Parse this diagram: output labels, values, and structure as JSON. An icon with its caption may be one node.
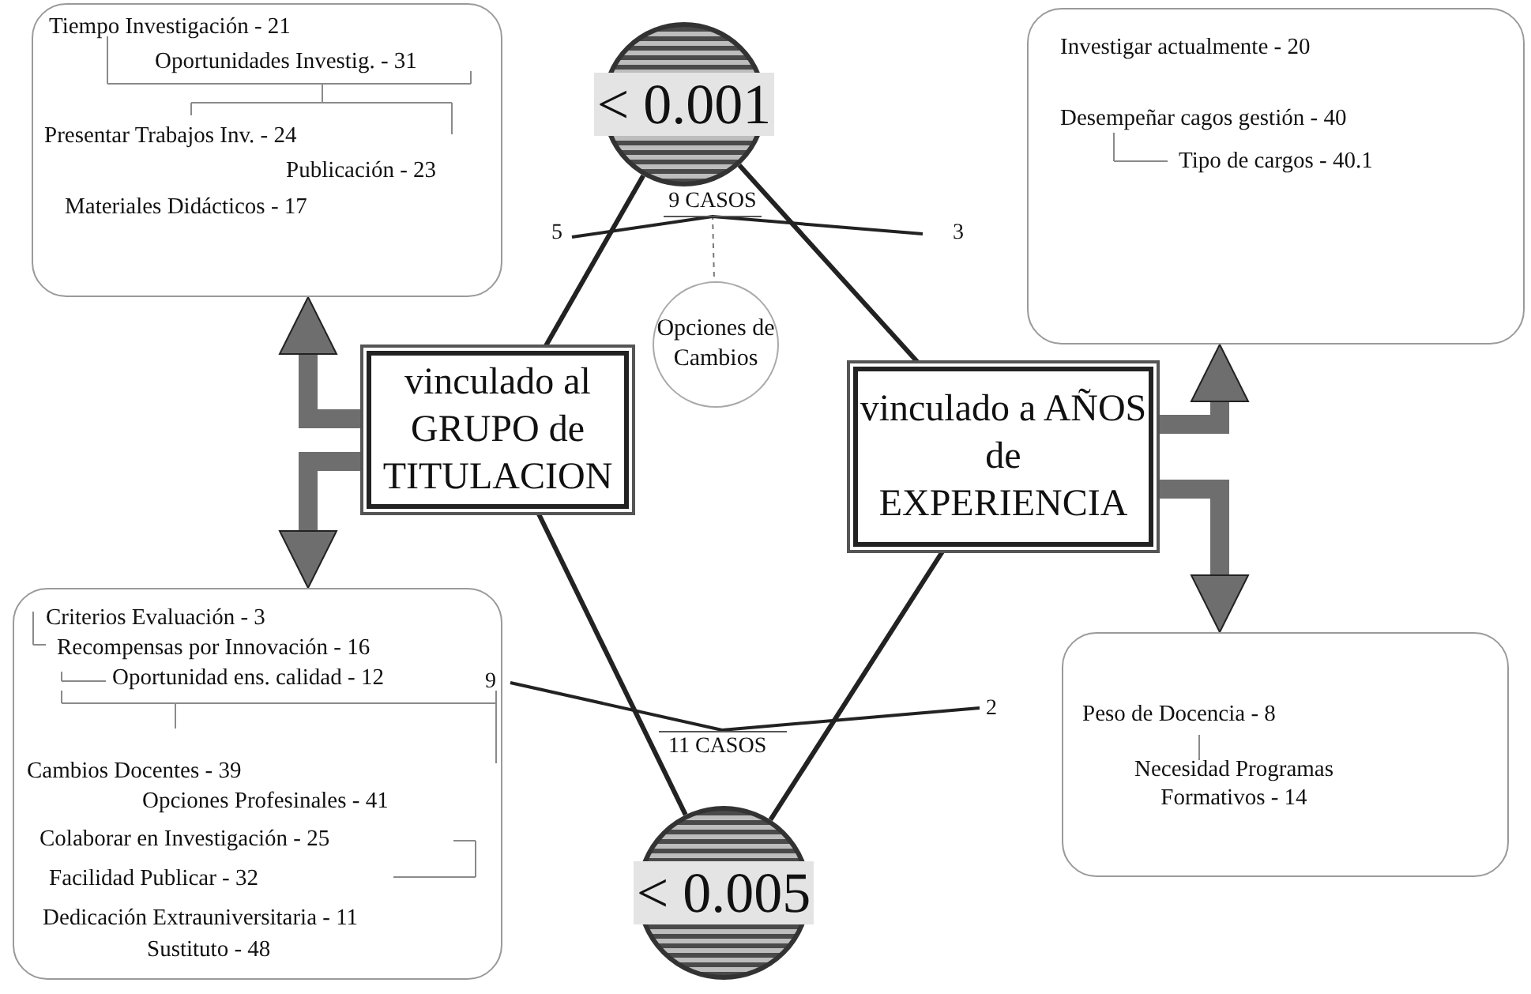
{
  "diagram": {
    "nodes": [
      {
        "text": [
          "Tiempo Investigación - 21",
          "Oportunidades Investig. - 31",
          "Presentar Trabajos Inv. - 24",
          "Publicación - 23",
          "Materiales Didácticos - 17"
        ]
      },
      {
        "text": [
          "< 0.001"
        ]
      },
      {
        "text": [
          "Investigar actualmente - 20",
          "Desempeñar cagos gestión - 40",
          "Tipo de cargos - 40.1"
        ]
      },
      {
        "text": [
          "vinculado al GRUPO de TITULACION"
        ]
      },
      {
        "text": [
          "Opciones de Cambios"
        ]
      },
      {
        "text": [
          "vinculado a AÑOS de EXPERIENCIA"
        ]
      },
      {
        "text": [
          "Criterios Evaluación - 3",
          "Recompensas por Innovación - 16",
          "Oportunidad ens. calidad - 12",
          "Cambios Docentes - 39",
          "Opciones Profesinales - 41",
          "Colaborar en Investigación - 25",
          "Facilidad Publicar - 32",
          "Dedicación Extrauniversitaria - 11",
          "Sustituto - 48"
        ]
      },
      {
        "text": [
          "Peso de Docencia - 8",
          "Necesidad Programas Formativos - 14"
        ]
      },
      {
        "text": [
          "< 0.005"
        ]
      },
      {
        "text": [
          "9 CASOS"
        ]
      }
    ],
    "edges": [
      {
        "from": 1,
        "to": 3,
        "arrow": "none"
      },
      {
        "from": 1,
        "to": 5,
        "arrow": "none"
      },
      {
        "from": 3,
        "to": 8,
        "arrow": "none"
      },
      {
        "from": 5,
        "to": 8,
        "arrow": "none"
      },
      {
        "from": 3,
        "to": 0,
        "arrow": "to",
        "style": "thick",
        "color": "#6e6e6e"
      },
      {
        "from": 3,
        "to": 6,
        "arrow": "to",
        "style": "thick",
        "color": "#6e6e6e"
      },
      {
        "from": 5,
        "to": 2,
        "arrow": "to",
        "style": "thick",
        "color": "#6e6e6e"
      },
      {
        "from": 5,
        "to": 7,
        "arrow": "to",
        "style": "thick",
        "color": "#6e6e6e"
      },
      {
        "from": 9,
        "to": 4,
        "arrow": "none",
        "style": "dashed"
      }
    ],
    "labels": [
      "5",
      "3",
      "9",
      "2",
      "11 CASOS"
    ]
  }
}
